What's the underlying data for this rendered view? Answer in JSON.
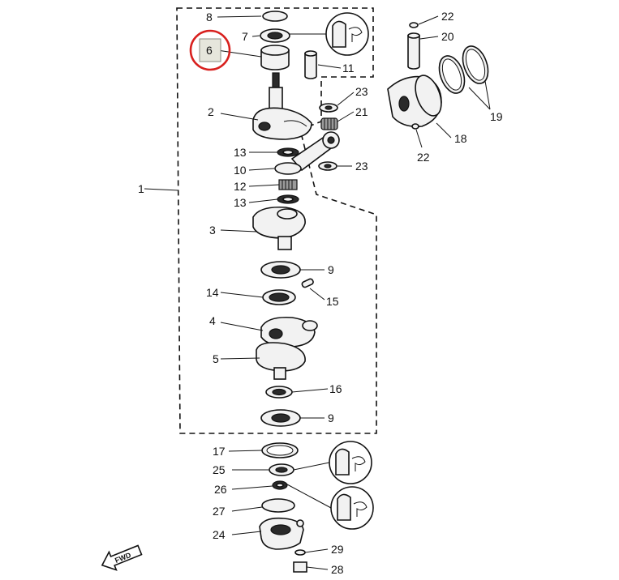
{
  "labels": {
    "l1": "1",
    "l2": "2",
    "l3": "3",
    "l4": "4",
    "l5": "5",
    "l6": "6",
    "l7": "7",
    "l8": "8",
    "l9a": "9",
    "l9b": "9",
    "l10": "10",
    "l11": "11",
    "l12": "12",
    "l13a": "13",
    "l13b": "13",
    "l14": "14",
    "l15": "15",
    "l16": "16",
    "l17": "17",
    "l18": "18",
    "l19": "19",
    "l20": "20",
    "l21": "21",
    "l22a": "22",
    "l22b": "22",
    "l23a": "23",
    "l23b": "23",
    "l24": "24",
    "l25": "25",
    "l26": "26",
    "l27": "27",
    "l28": "28",
    "l29": "29"
  },
  "fwd_label": "FWD",
  "highlight": {
    "part": "6",
    "box_color": "#e6e6dc",
    "circle_color": "#d8201e"
  }
}
